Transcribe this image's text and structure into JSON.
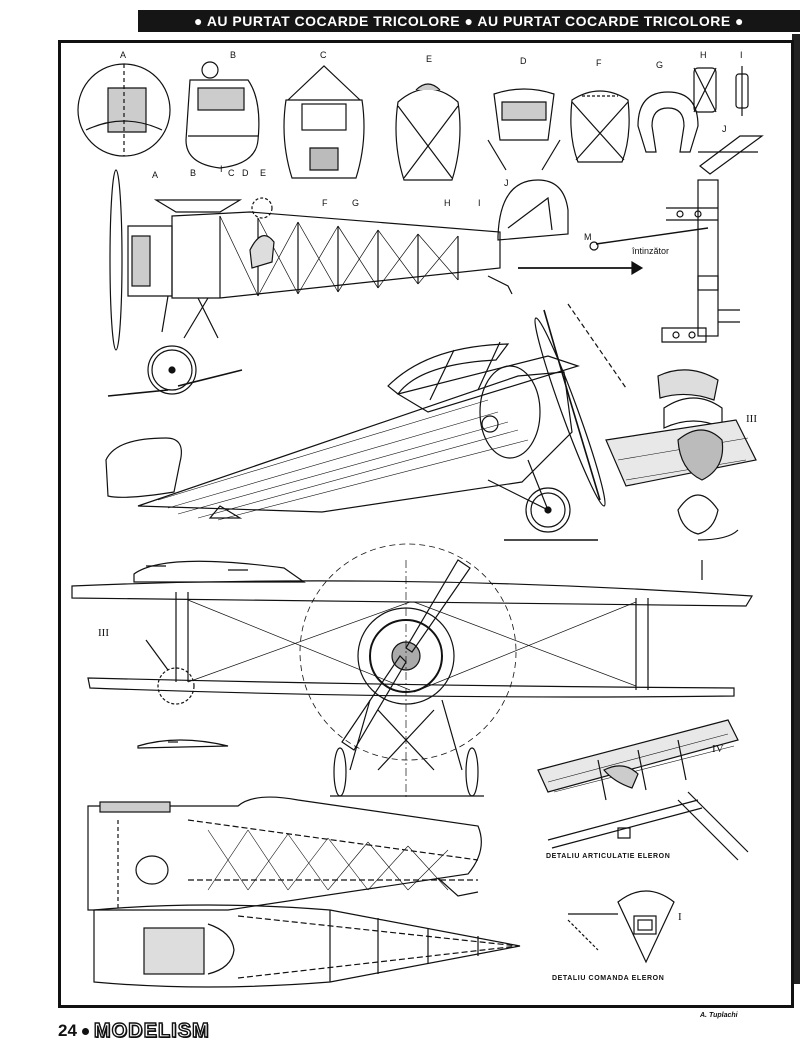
{
  "header": {
    "banner_text": "● AU PURTAT COCARDE TRICOLORE ● AU PURTAT  COCARDE TRICOLORE ●"
  },
  "section_labels": {
    "a": "A",
    "b": "B",
    "c": "C",
    "d": "D",
    "e": "E",
    "f": "F",
    "g": "G",
    "h": "H",
    "i": "I",
    "j": "J",
    "m": "M"
  },
  "detail_numerals": {
    "one": "I",
    "three": "III",
    "four": "IV"
  },
  "annotations": {
    "tensioner": "întinzător"
  },
  "captions": {
    "aileron_joint": "DETALIU  ARTICULATIE  ELERON",
    "aileron_control": "DETALIU  COMANDA  ELERON"
  },
  "footer": {
    "page_number": "24",
    "magazine": "MODELISM",
    "author": "A. Tuplachi"
  }
}
